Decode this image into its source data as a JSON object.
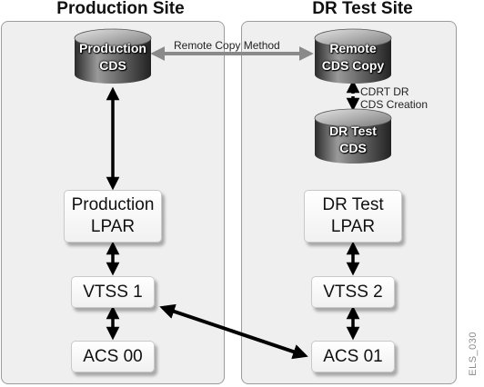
{
  "sites": {
    "production": {
      "title": "Production Site"
    },
    "dr": {
      "title": "DR Test Site"
    }
  },
  "nodes": {
    "production_cds": {
      "line1": "Production",
      "line2": "CDS"
    },
    "remote_cds_copy": {
      "line1": "Remote",
      "line2": "CDS Copy"
    },
    "dr_test_cds": {
      "line1": "DR Test",
      "line2": "CDS"
    },
    "production_lpar": {
      "line1": "Production",
      "line2": "LPAR"
    },
    "dr_test_lpar": {
      "line1": "DR Test",
      "line2": "LPAR"
    },
    "vtss1": {
      "label": "VTSS 1"
    },
    "vtss2": {
      "label": "VTSS 2"
    },
    "acs00": {
      "label": "ACS 00"
    },
    "acs01": {
      "label": "ACS 01"
    }
  },
  "annotations": {
    "remote_copy": "Remote Copy Method",
    "cdrt_line1": "CDRT DR",
    "cdrt_line2": "CDS Creation"
  },
  "figure_id": "ELS_030",
  "colors": {
    "panel": "#efefef",
    "panel_border": "#9c9c9c",
    "arrow": "#000000",
    "remote_arrow": "#8a8a8a"
  }
}
